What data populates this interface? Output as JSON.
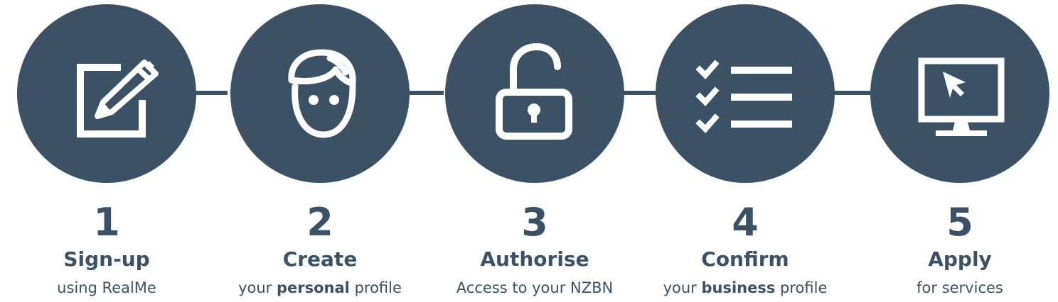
{
  "colors": {
    "primary": "#3d5164",
    "icon": "#ffffff",
    "background": "#ffffff"
  },
  "steps": [
    {
      "number": "1",
      "title": "Sign-up",
      "desc_before": "using RealMe",
      "desc_bold": "",
      "desc_after": "",
      "icon": "edit-pencil-icon"
    },
    {
      "number": "2",
      "title": "Create",
      "desc_before": "your ",
      "desc_bold": "personal",
      "desc_after": " profile",
      "icon": "person-face-icon"
    },
    {
      "number": "3",
      "title": "Authorise",
      "desc_before": "Access to your NZBN",
      "desc_bold": "",
      "desc_after": "",
      "icon": "unlocked-padlock-icon"
    },
    {
      "number": "4",
      "title": "Confirm",
      "desc_before": "your ",
      "desc_bold": "business",
      "desc_after": " profile",
      "icon": "checklist-icon"
    },
    {
      "number": "5",
      "title": "Apply",
      "desc_before": "for services",
      "desc_bold": "",
      "desc_after": "",
      "icon": "monitor-cursor-icon"
    }
  ]
}
